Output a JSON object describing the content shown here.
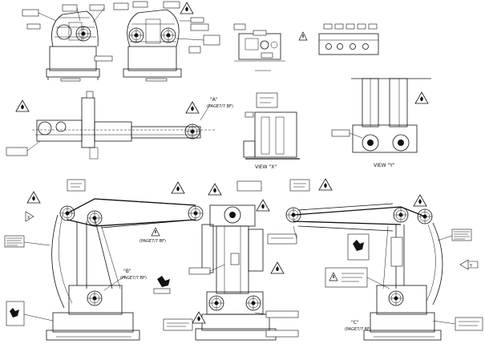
{
  "callouts": {
    "view_a_label": "\"A\"",
    "view_a_ref": "(PAGE7/7 BF)",
    "arm_ref": "(PAGE7/7 BF)",
    "view_b_label": "\"B\"",
    "view_b_ref": "(PAGE7/7 BF)",
    "view_c_label": "\"C\"",
    "view_c_ref": "(PAGE7/7 BF)",
    "view_x": "VIEW \"X\"",
    "view_y": "VIEW \"Y\"",
    "arrow_x": "X",
    "arrow_y": "Y"
  },
  "colors": {
    "ink": "#111111",
    "paper": "#ffffff"
  }
}
